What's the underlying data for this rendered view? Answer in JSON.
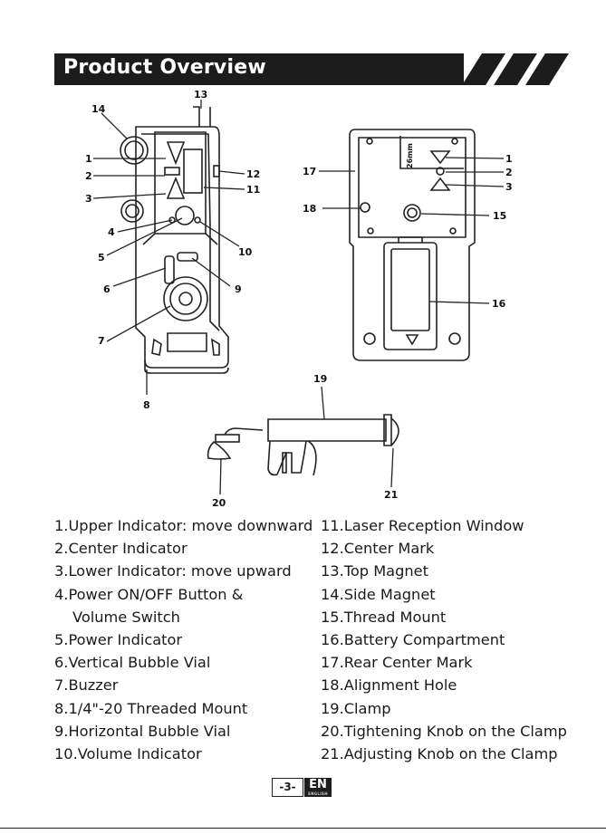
{
  "header": {
    "title": "Product Overview"
  },
  "figure_labels": {
    "front": [
      "1",
      "2",
      "3",
      "4",
      "5",
      "6",
      "7",
      "8",
      "9",
      "10",
      "11",
      "12",
      "13",
      "14"
    ],
    "rear": [
      "1",
      "2",
      "3",
      "15",
      "16",
      "17",
      "18"
    ],
    "clamp": [
      "19",
      "20",
      "21"
    ],
    "rear_window_text": "26mm"
  },
  "parts_left": [
    "1.Upper Indicator: move downward",
    "2.Center Indicator",
    "3.Lower Indicator: move upward",
    "4.Power ON/OFF Button &",
    "Volume Switch",
    "5.Power Indicator",
    "6.Vertical Bubble Vial",
    "7.Buzzer",
    "8.1/4\"-20 Threaded Mount",
    "9.Horizontal Bubble Vial",
    "10.Volume Indicator"
  ],
  "parts_right": [
    "11.Laser Reception Window",
    "12.Center Mark",
    "13.Top Magnet",
    "14.Side Magnet",
    "15.Thread Mount",
    "16.Battery Compartment",
    "17.Rear Center Mark",
    "18.Alignment Hole",
    "19.Clamp",
    "20.Tightening Knob on the Clamp",
    "21.Adjusting Knob on the Clamp"
  ],
  "footer": {
    "page": "-3-",
    "lang": "EN",
    "lang_sub": "ENGLISH"
  }
}
